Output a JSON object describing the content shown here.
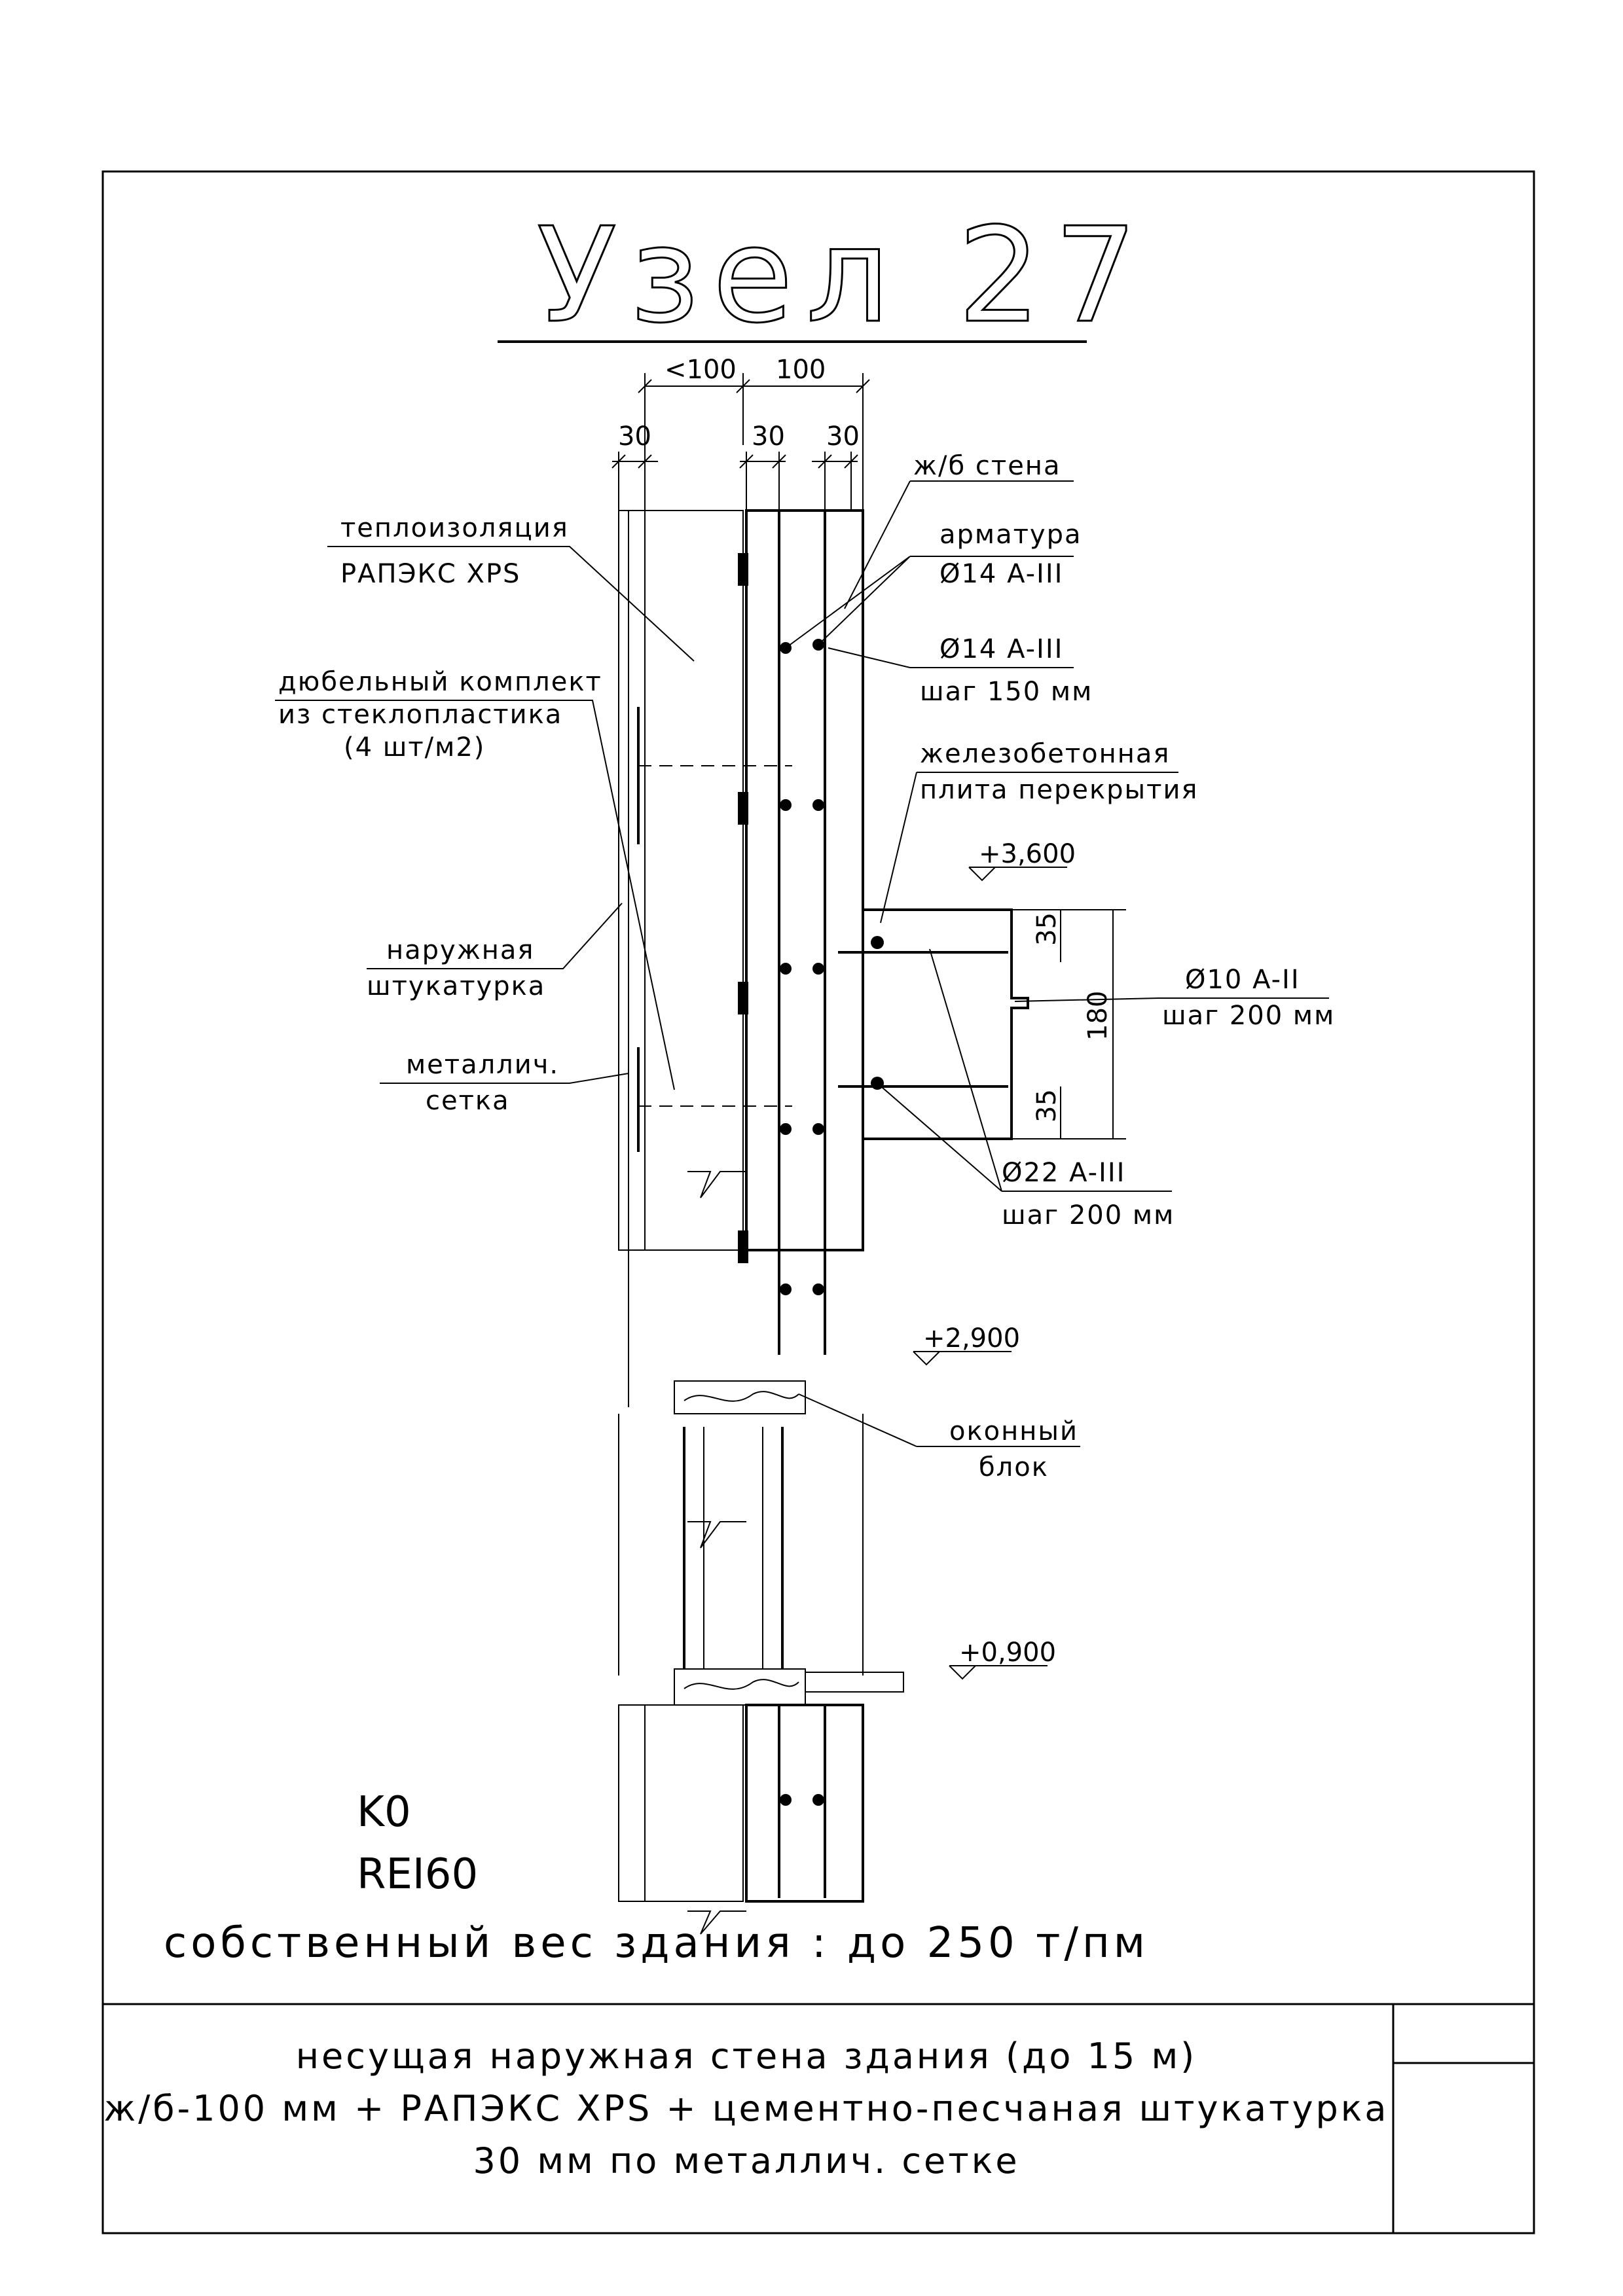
{
  "title": "Узел 27",
  "dimensions": {
    "top_left": "<100",
    "top_right": "100",
    "plaster_30": "30",
    "rebar_30_a": "30",
    "rebar_30_b": "30",
    "slab_35_top": "35",
    "slab_180": "180",
    "slab_35_bottom": "35"
  },
  "levels": {
    "slab_top": "+3,600",
    "window_top": "+2,900",
    "window_bottom": "+0,900"
  },
  "labels": {
    "insulation": [
      "теплоизоляция",
      "РАПЭКС XPS"
    ],
    "dowel": [
      "дюбельный комплект",
      "из стеклопластика",
      "(4 шт/м2)"
    ],
    "plaster": [
      "наружная",
      "штукатурка"
    ],
    "mesh": [
      "металлич.",
      "сетка"
    ],
    "rc_wall": [
      "ж/б стена"
    ],
    "rebar": [
      "арматура",
      "Ø14 A-III"
    ],
    "rebar_step": [
      "Ø14 A-III",
      "шаг 150 мм"
    ],
    "slab": [
      "железобетонная",
      "плита перекрытия"
    ],
    "slab_rebar": [
      "Ø10 A-II",
      "шаг 200 мм"
    ],
    "slab_rebar_big": [
      "Ø22 A-III",
      "шаг 200 мм"
    ],
    "window": [
      "оконный",
      "блок"
    ]
  },
  "classification": {
    "fire_hazard": "K0",
    "fire_resistance": "REI60"
  },
  "weight_note": "собственный вес здания : до 250 т/пм",
  "footer": [
    "несущая наружная стена здания (до 15 м)",
    "ж/б-100 мм + РАПЭКС XPS + цементно-песчаная штукатурка",
    "30 мм по металлич. сетке"
  ]
}
